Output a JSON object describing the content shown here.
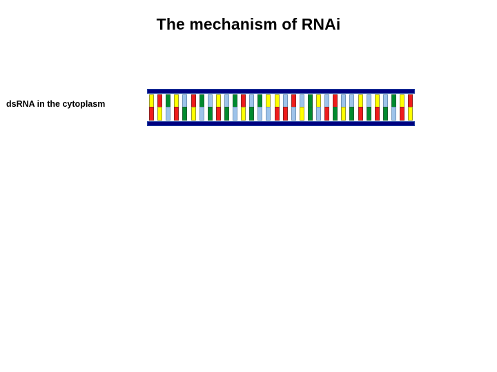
{
  "slide": {
    "title": "The mechanism of RNAi",
    "background_color": "#ffffff",
    "stage_label": "dsRNA in the cytoplasm"
  },
  "figure": {
    "name": "double-stranded-rna-duplex",
    "backbone_color": "#000080",
    "base_colors": {
      "yellow": "#ffff00",
      "red": "#ee1c1c",
      "green": "#008a2e",
      "lightblue": "#9dc3ea"
    },
    "upper_strand": [
      "yellow",
      "red",
      "green",
      "yellow",
      "lightblue",
      "red",
      "green",
      "lightblue",
      "yellow",
      "lightblue",
      "green",
      "red",
      "lightblue",
      "green",
      "yellow",
      "yellow",
      "lightblue",
      "red",
      "lightblue",
      "green",
      "yellow",
      "lightblue",
      "red",
      "lightblue",
      "lightblue",
      "yellow",
      "lightblue",
      "yellow",
      "lightblue",
      "green",
      "yellow",
      "red"
    ],
    "lower_strand": [
      "red",
      "yellow",
      "lightblue",
      "red",
      "green",
      "yellow",
      "lightblue",
      "green",
      "red",
      "green",
      "lightblue",
      "yellow",
      "green",
      "lightblue",
      "lightblue",
      "red",
      "red",
      "lightblue",
      "yellow",
      "green",
      "lightblue",
      "red",
      "green",
      "yellow",
      "green",
      "red",
      "green",
      "red",
      "green",
      "lightblue",
      "red",
      "yellow"
    ]
  }
}
